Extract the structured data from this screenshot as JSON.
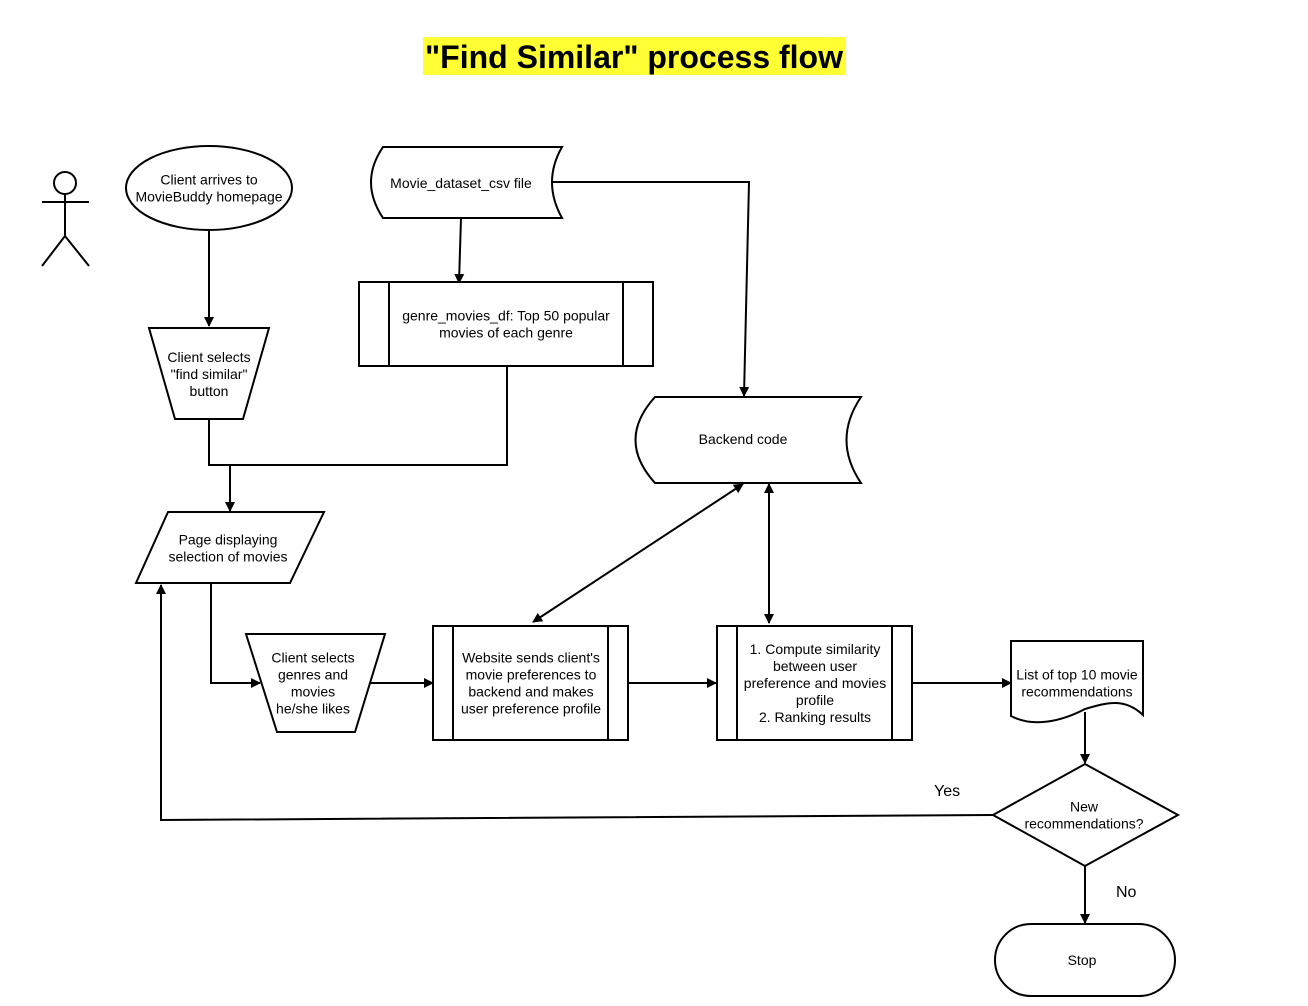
{
  "title": "\"Find Similar\" process flow",
  "colors": {
    "title_highlight": "#ffff33",
    "stroke": "#000000",
    "fill": "#ffffff"
  },
  "actor": {
    "icon": "stick-figure-actor"
  },
  "nodes": {
    "homepage": {
      "shape": "ellipse",
      "lines": [
        "Client arrives to",
        "MovieBuddy homepage"
      ]
    },
    "dataset": {
      "shape": "stored-data",
      "lines": [
        "Movie_dataset_csv file"
      ]
    },
    "genre_df": {
      "shape": "predefined-process",
      "lines": [
        "genre_movies_df:  Top 50 popular",
        "movies of each genre"
      ]
    },
    "find_similar": {
      "shape": "manual-operation",
      "lines": [
        "Client selects",
        "\"find similar\"",
        "button"
      ]
    },
    "backend": {
      "shape": "stored-data",
      "lines": [
        "Backend code"
      ]
    },
    "page_display": {
      "shape": "data-parallelogram",
      "lines": [
        "Page displaying",
        "selection of movies"
      ]
    },
    "select_genres": {
      "shape": "manual-operation",
      "lines": [
        "Client selects",
        "genres and",
        "movies",
        "he/she likes"
      ]
    },
    "website_sends": {
      "shape": "predefined-process",
      "lines": [
        "Website sends client's",
        "movie preferences to",
        "backend and makes",
        "user preference profile"
      ]
    },
    "compute": {
      "shape": "predefined-process",
      "lines": [
        "1. Compute similarity",
        "between user",
        "preference and movies",
        "profile",
        "2. Ranking results"
      ]
    },
    "top10": {
      "shape": "document",
      "lines": [
        "List of top 10 movie",
        "recommendations"
      ]
    },
    "decision": {
      "shape": "decision",
      "lines": [
        "New",
        "recommendations?"
      ]
    },
    "stop": {
      "shape": "terminator",
      "lines": [
        "Stop"
      ]
    }
  },
  "edge_labels": {
    "yes": "Yes",
    "no": "No"
  }
}
